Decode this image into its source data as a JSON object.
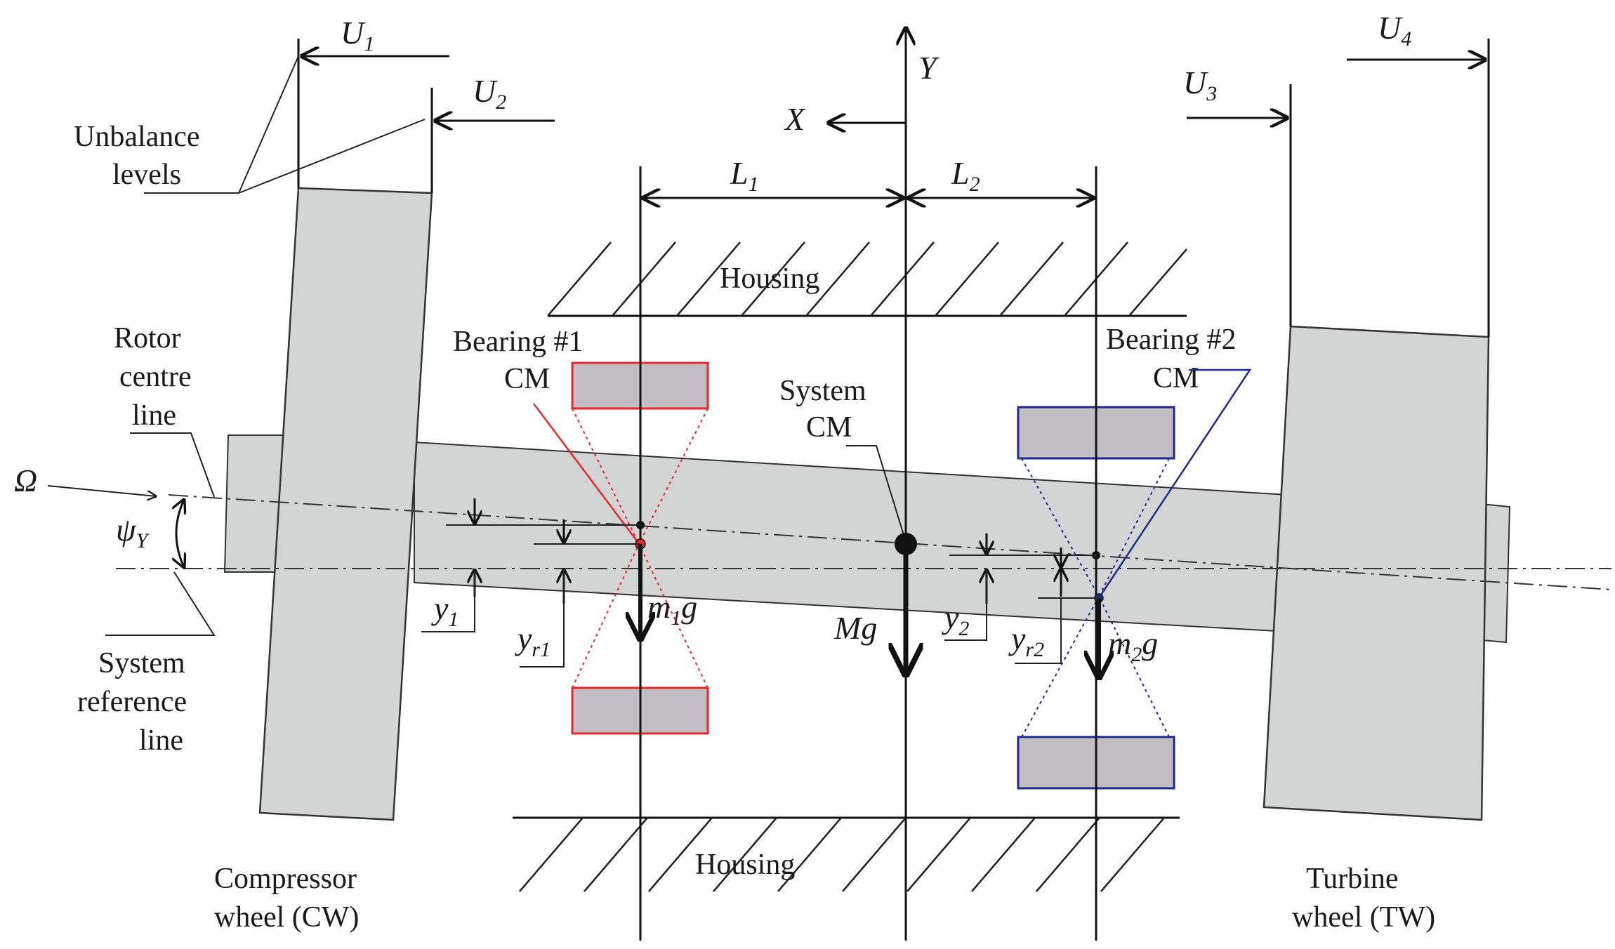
{
  "colors": {
    "body_fill": "#d3d5d5",
    "bearing_fill": "#c1bfc4",
    "bearing1": "#e8262e",
    "bearing2": "#1f2a8c",
    "ink": "#111111"
  },
  "labels": {
    "u1": "U",
    "u1_sub": "1",
    "u2": "U",
    "u2_sub": "2",
    "u3": "U",
    "u3_sub": "3",
    "u4": "U",
    "u4_sub": "4",
    "y_axis": "Y",
    "x_axis": "X",
    "l1": "L",
    "l1_sub": "1",
    "l2": "L",
    "l2_sub": "2",
    "unbalance_1": "Unbalance",
    "unbalance_2": "levels",
    "housing_top": "Housing",
    "housing_bottom": "Housing",
    "bearing1_1": "Bearing #1",
    "bearing1_2": "CM",
    "bearing2_1": "Bearing #2",
    "bearing2_2": "CM",
    "system_cm_1": "System",
    "system_cm_2": "CM",
    "rotor_1": "Rotor",
    "rotor_2": "centre",
    "rotor_3": "line",
    "omega": "Ω",
    "psi": "ψ",
    "psi_sub": "Y",
    "y1": "y",
    "y1_sub": "1",
    "yr1": "y",
    "yr1_sub": "r1",
    "m1g_m": "m",
    "m1g_sub": "1",
    "m1g_g": "g",
    "mg": "Mg",
    "y2": "y",
    "y2_sub": "2",
    "yr2": "y",
    "yr2_sub": "r2",
    "m2g_m": "m",
    "m2g_sub": "2",
    "m2g_g": "g",
    "sysref_1": "System",
    "sysref_2": "reference",
    "sysref_3": "line",
    "cw_1": "Compressor",
    "cw_2": "wheel (CW)",
    "tw_1": "Turbine",
    "tw_2": "wheel (TW)"
  }
}
